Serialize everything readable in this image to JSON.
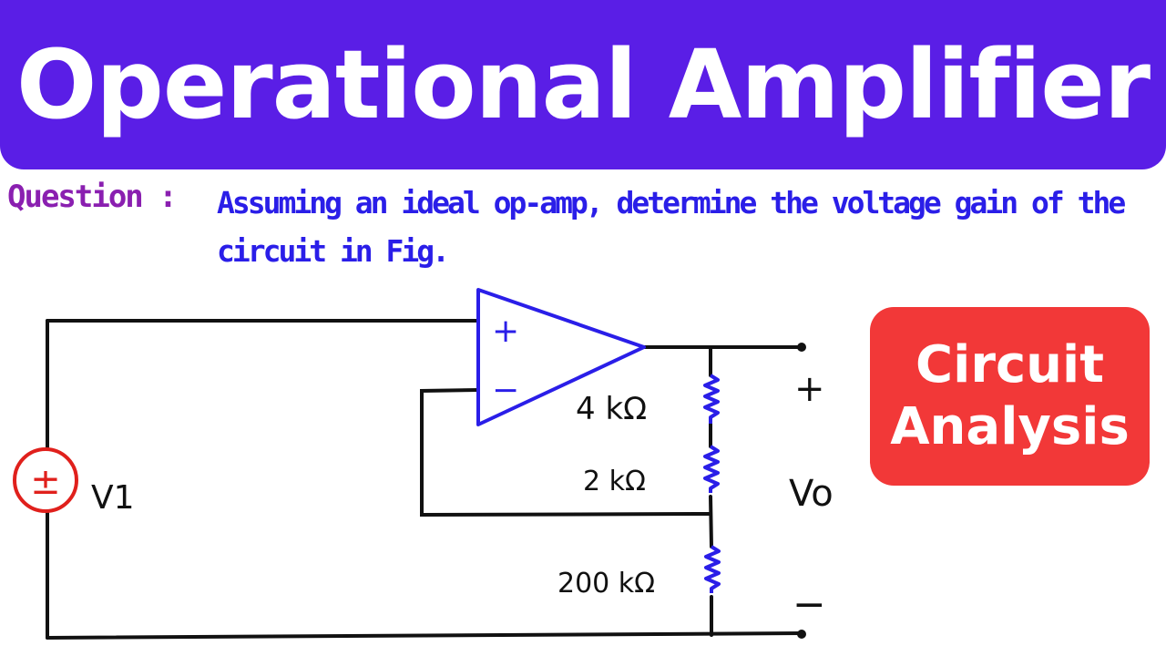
{
  "title": "Operational Amplifier",
  "question": {
    "label": "Question :",
    "text": "Assuming an ideal op-amp, determine the voltage gain of the circuit in Fig."
  },
  "tag": {
    "line1": "Circuit",
    "line2": "Analysis"
  },
  "circuit": {
    "source_label": "V1",
    "source_polarity": "±",
    "opamp_plus": "+",
    "opamp_minus": "−",
    "resistors": [
      "4 kΩ",
      "2 kΩ",
      "200 kΩ"
    ],
    "output_label": "Vo",
    "output_plus": "+",
    "output_minus": "−"
  },
  "colors": {
    "banner": "#5a1ee6",
    "tag": "#f23838",
    "opamp": "#2a1ee8",
    "source": "#e0201c",
    "question_label": "#8a1fb0"
  }
}
